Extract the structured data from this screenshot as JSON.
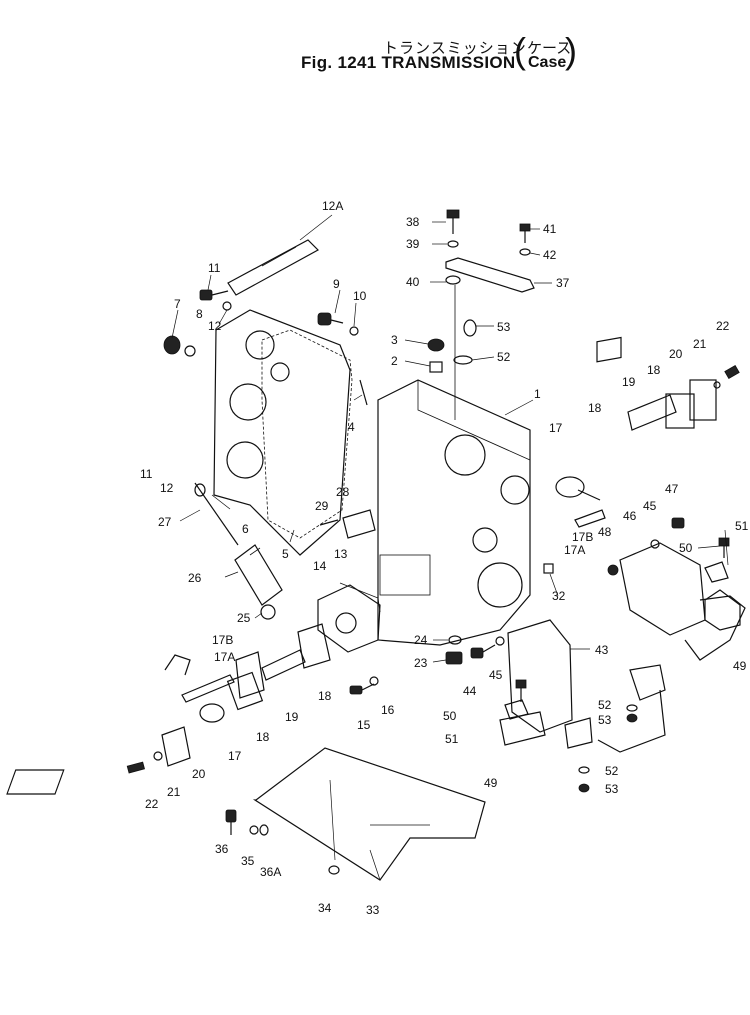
{
  "header": {
    "title_jp": "トランスミッション",
    "fig_label": "Fig. 1241",
    "title_en": "TRANSMISSION",
    "subtitle_jp": "ケース",
    "subtitle_en": "Case"
  },
  "callouts": [
    {
      "id": "c-12A",
      "text": "12A"
    },
    {
      "id": "c-11a",
      "text": "11"
    },
    {
      "id": "c-12a",
      "text": "12"
    },
    {
      "id": "c-7",
      "text": "7"
    },
    {
      "id": "c-8",
      "text": "8"
    },
    {
      "id": "c-9",
      "text": "9"
    },
    {
      "id": "c-10",
      "text": "10"
    },
    {
      "id": "c-38",
      "text": "38"
    },
    {
      "id": "c-39",
      "text": "39"
    },
    {
      "id": "c-40",
      "text": "40"
    },
    {
      "id": "c-41",
      "text": "41"
    },
    {
      "id": "c-42",
      "text": "42"
    },
    {
      "id": "c-37",
      "text": "37"
    },
    {
      "id": "c-3",
      "text": "3"
    },
    {
      "id": "c-53a",
      "text": "53"
    },
    {
      "id": "c-2",
      "text": "2"
    },
    {
      "id": "c-52a",
      "text": "52"
    },
    {
      "id": "c-1",
      "text": "1"
    },
    {
      "id": "c-22a",
      "text": "22"
    },
    {
      "id": "c-21a",
      "text": "21"
    },
    {
      "id": "c-20a",
      "text": "20"
    },
    {
      "id": "c-19a",
      "text": "19"
    },
    {
      "id": "c-18a",
      "text": "18"
    },
    {
      "id": "c-18b",
      "text": "18"
    },
    {
      "id": "c-17a",
      "text": "17"
    },
    {
      "id": "c-4",
      "text": "4"
    },
    {
      "id": "c-11b",
      "text": "11"
    },
    {
      "id": "c-12b",
      "text": "12"
    },
    {
      "id": "c-6",
      "text": "6"
    },
    {
      "id": "c-27",
      "text": "27"
    },
    {
      "id": "c-5",
      "text": "5"
    },
    {
      "id": "c-28",
      "text": "28"
    },
    {
      "id": "c-29",
      "text": "29"
    },
    {
      "id": "c-17Ba",
      "text": "17B"
    },
    {
      "id": "c-17Aa",
      "text": "17A"
    },
    {
      "id": "c-47",
      "text": "47"
    },
    {
      "id": "c-45",
      "text": "45"
    },
    {
      "id": "c-46",
      "text": "46"
    },
    {
      "id": "c-48",
      "text": "48"
    },
    {
      "id": "c-51a",
      "text": "51"
    },
    {
      "id": "c-50a",
      "text": "50"
    },
    {
      "id": "c-13",
      "text": "13"
    },
    {
      "id": "c-14",
      "text": "14"
    },
    {
      "id": "c-26",
      "text": "26"
    },
    {
      "id": "c-32",
      "text": "32"
    },
    {
      "id": "c-25",
      "text": "25"
    },
    {
      "id": "c-24",
      "text": "24"
    },
    {
      "id": "c-43",
      "text": "43"
    },
    {
      "id": "c-49a",
      "text": "49"
    },
    {
      "id": "c-17Bb",
      "text": "17B"
    },
    {
      "id": "c-17Ab",
      "text": "17A"
    },
    {
      "id": "c-23",
      "text": "23"
    },
    {
      "id": "c-44",
      "text": "44"
    },
    {
      "id": "c-45b",
      "text": "45"
    },
    {
      "id": "c-16",
      "text": "16"
    },
    {
      "id": "c-15",
      "text": "15"
    },
    {
      "id": "c-18c",
      "text": "18"
    },
    {
      "id": "c-19b",
      "text": "19"
    },
    {
      "id": "c-18d",
      "text": "18"
    },
    {
      "id": "c-17b",
      "text": "17"
    },
    {
      "id": "c-50b",
      "text": "50"
    },
    {
      "id": "c-51b",
      "text": "51"
    },
    {
      "id": "c-52b",
      "text": "52"
    },
    {
      "id": "c-53b",
      "text": "53"
    },
    {
      "id": "c-20b",
      "text": "20"
    },
    {
      "id": "c-21b",
      "text": "21"
    },
    {
      "id": "c-22b",
      "text": "22"
    },
    {
      "id": "c-49b",
      "text": "49"
    },
    {
      "id": "c-52c",
      "text": "52"
    },
    {
      "id": "c-53c",
      "text": "53"
    },
    {
      "id": "c-36",
      "text": "36"
    },
    {
      "id": "c-35",
      "text": "35"
    },
    {
      "id": "c-36A",
      "text": "36A"
    },
    {
      "id": "c-34",
      "text": "34"
    },
    {
      "id": "c-33",
      "text": "33"
    }
  ]
}
